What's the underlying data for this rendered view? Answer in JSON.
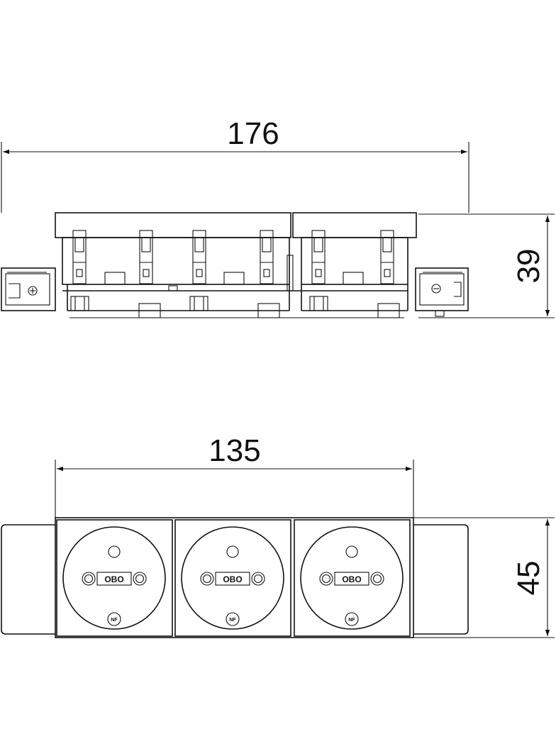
{
  "dimensions": {
    "side_width": "176",
    "side_height": "39",
    "front_width": "135",
    "front_height": "45"
  },
  "socket_logo": "OBO",
  "certification_mark": "NF",
  "outlet_count": 3,
  "line_color": "#111111",
  "background_color": "#ffffff"
}
